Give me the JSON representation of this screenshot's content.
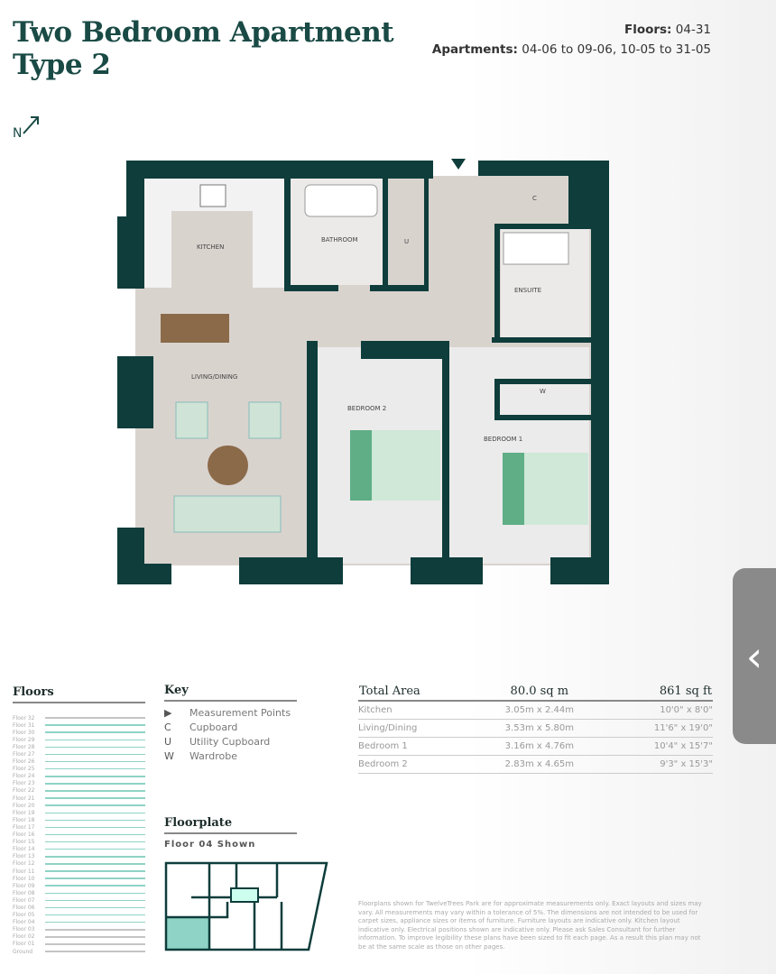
{
  "title": {
    "line1": "Two Bedroom Apartment",
    "line2": "Type 2"
  },
  "info": {
    "floors_label": "Floors:",
    "floors_value": "04-31",
    "apartments_label": "Apartments:",
    "apartments_value": "04-06 to 09-06, 10-05 to 31-05"
  },
  "north": "N",
  "rooms": {
    "kitchen": "KITCHEN",
    "bathroom": "BATHROOM",
    "utility": "U",
    "cupboard": "C",
    "ensuite": "ENSUITE",
    "living": "LIVING/DINING",
    "bedroom2": "BEDROOM 2",
    "bedroom1": "BEDROOM 1",
    "wardrobe": "W"
  },
  "floors": {
    "heading": "Floors",
    "list": [
      "Floor 32",
      "Floor 31",
      "Floor 30",
      "Floor 29",
      "Floor 28",
      "Floor 27",
      "Floor 26",
      "Floor 25",
      "Floor 24",
      "Floor 23",
      "Floor 22",
      "Floor 21",
      "Floor 20",
      "Floor 19",
      "Floor 18",
      "Floor 17",
      "Floor 16",
      "Floor 15",
      "Floor 14",
      "Floor 13",
      "Floor 12",
      "Floor 11",
      "Floor 10",
      "Floor 09",
      "Floor 08",
      "Floor 07",
      "Floor 06",
      "Floor 05",
      "Floor 04",
      "Floor 03",
      "Floor 02",
      "Floor 01",
      "Ground"
    ],
    "highlighted": [
      "Floor 31",
      "Floor 30",
      "Floor 29",
      "Floor 28",
      "Floor 27",
      "Floor 26",
      "Floor 25",
      "Floor 24",
      "Floor 23",
      "Floor 22",
      "Floor 21",
      "Floor 20",
      "Floor 19",
      "Floor 18",
      "Floor 17",
      "Floor 16",
      "Floor 15",
      "Floor 14",
      "Floor 13",
      "Floor 12",
      "Floor 11",
      "Floor 10",
      "Floor 09",
      "Floor 08",
      "Floor 07",
      "Floor 06",
      "Floor 05",
      "Floor 04"
    ]
  },
  "key": {
    "heading": "Key",
    "items": [
      {
        "sym": "▶",
        "label": "Measurement Points"
      },
      {
        "sym": "C",
        "label": "Cupboard"
      },
      {
        "sym": "U",
        "label": "Utility Cupboard"
      },
      {
        "sym": "W",
        "label": "Wardrobe"
      }
    ]
  },
  "floorplate": {
    "heading": "Floorplate",
    "subtitle": "Floor 04 Shown"
  },
  "area": {
    "heading": "Total Area",
    "sqm": "80.0 sq m",
    "sqft": "861 sq ft",
    "rows": [
      {
        "room": "Kitchen",
        "metric": "3.05m x 2.44m",
        "imperial": "10'0\" x 8'0\""
      },
      {
        "room": "Living/Dining",
        "metric": "3.53m x 5.80m",
        "imperial": "11'6\" x 19'0\""
      },
      {
        "room": "Bedroom 1",
        "metric": "3.16m x 4.76m",
        "imperial": "10'4\" x 15'7\""
      },
      {
        "room": "Bedroom 2",
        "metric": "2.83m x 4.65m",
        "imperial": "9'3\" x 15'3\""
      }
    ]
  },
  "disclaimer": "Floorplans shown for TwelveTrees Park are for approximate measurements only. Exact layouts and sizes may vary. All measurements may vary within a tolerance of 5%. The dimensions are not intended to be used for carpet sizes, appliance sizes or items of furniture. Furniture layouts are indicative only. Kitchen layout indicative only. Electrical positions shown are indicative only. Please ask Sales Consultant for further information. To improve legibility these plans have been sized to fit each page. As a result this plan may not be at the same scale as those on other pages.",
  "nav": {
    "prev": "‹"
  },
  "colors": {
    "wall": "#0e3d3b",
    "floor": "#d9d3ce",
    "bed": "#5fae86",
    "highlight": "#8ed3c5"
  }
}
